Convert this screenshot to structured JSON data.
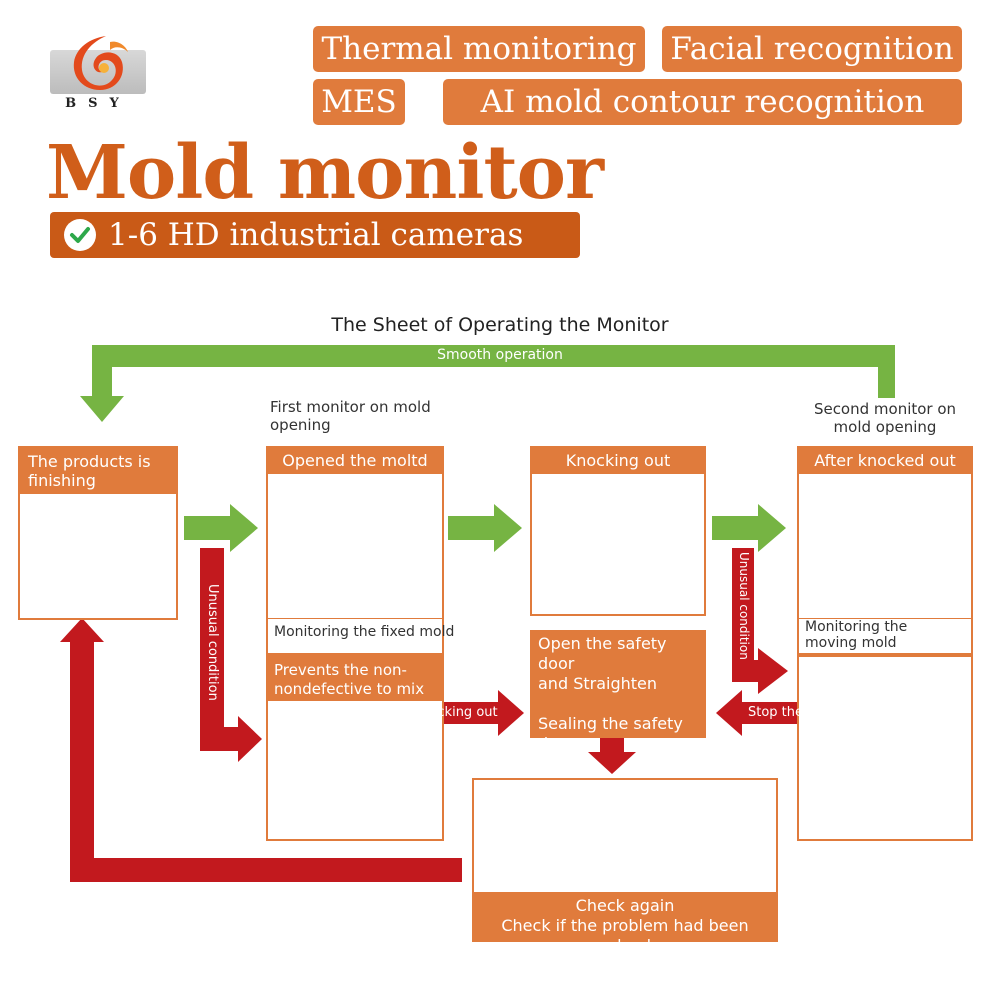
{
  "brand": {
    "logo_letters": "BSY"
  },
  "tags": [
    "Thermal monitoring",
    "Facial recognition",
    "MES",
    "AI mold contour recognition"
  ],
  "title": "Mold monitor",
  "subtitle": "1-6 HD industrial cameras",
  "diagram": {
    "title": "The Sheet of Operating the Monitor",
    "smooth_operation": "Smooth operation",
    "first_monitor": [
      "First monitor on mold",
      "opening"
    ],
    "second_monitor": [
      "Second monitor on",
      "mold opening"
    ],
    "box_finishing": [
      "The products is",
      "finishing"
    ],
    "box_opened": "Opened the moltd",
    "box_knocking": "Knocking out",
    "box_after": "After knocked out",
    "monitoring_fixed": "Monitoring the fixed mold",
    "monitoring_moving": [
      "Monitoring the",
      "moving mold"
    ],
    "prevents": [
      "Prevents the non-",
      "nondefective to mix in"
    ],
    "open_door": [
      "Open the safety door",
      "and Straighten"
    ],
    "sealing": [
      "Sealing the safety",
      "door"
    ],
    "unusual_left": "Unusual condition",
    "unusual_right": "Unusual condition",
    "stop_knocking": "Stop knocking out",
    "stop_closing": "Stop the mold from closing",
    "check_again": "Check again",
    "check_solved": "Check if the problem had been solved"
  },
  "colors": {
    "orange": "#e07b3c",
    "dark_orange": "#c95a17",
    "green": "#76b443",
    "red": "#c2191e",
    "gray": "#9d9d9d"
  }
}
